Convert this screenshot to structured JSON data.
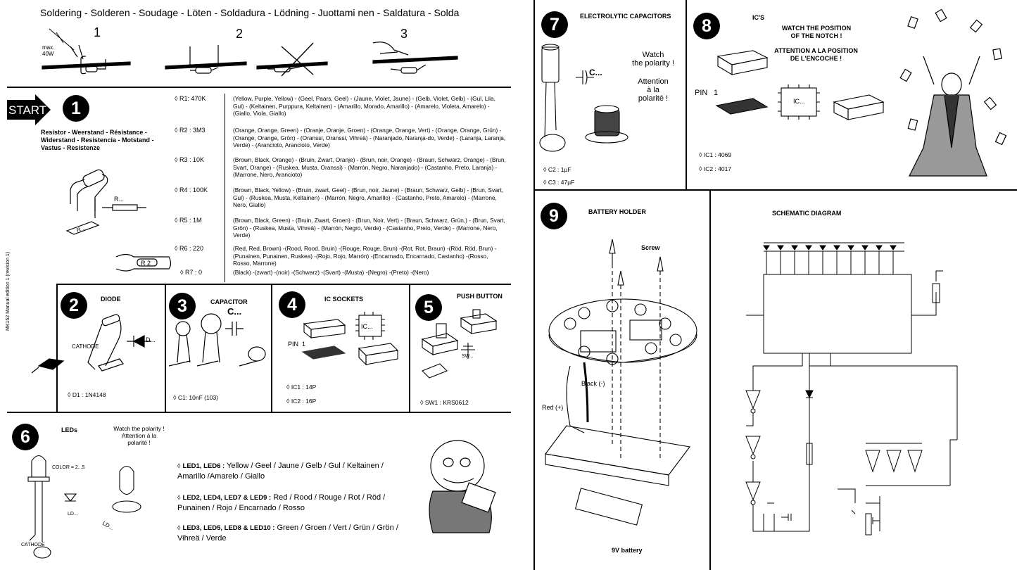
{
  "header": {
    "soldering": "Soldering - Solderen - Soudage - Löten - Soldadura - Lödning - Juottami nen - Saldatura - Solda"
  },
  "solder_steps": [
    "1",
    "2",
    "3"
  ],
  "solder_note": {
    "max": "max.",
    "watt": "40W"
  },
  "start": "START",
  "step1": {
    "num": "1",
    "title": "Resistor - Weerstand - Résistance - Widerstand - Resistencia - Motstand - Vastus - Resistenze",
    "r_label": "R...",
    "r_label2": "R...",
    "r_label3": "R 2",
    "resistors": [
      {
        "label": "R1: 470K",
        "text": "(Yellow, Purple, Yellow) - (Geel, Paars, Geel) - (Jaune, Violet, Jaune) - (Gelb, Violet, Gelb) - (Gul, Lila, Gul) - (Keltainen, Purppura, Keltainen) - (Amarillo, Morado, Amarillo) - (Amarelo, Violeta, Amarelo) - (Giallo, Viola, Giallo)"
      },
      {
        "label": "R2 : 3M3",
        "text": "(Orange, Orange, Green) - (Oranje, Oranje, Groen) - (Orange, Orange, Vert) - (Orange, Orange, Grün) - (Orange, Orange, Grön) - (Oranssi, Oranssi, Vihreä) - (Naranjado, Naranja-do, Verde) - (Laranja, Laranja, Verde) - (Arancioto, Arancioto, Verde)"
      },
      {
        "label": "R3 : 10K",
        "text": "(Brown, Black, Orange) - (Bruin, Zwart, Oranje) - (Brun, noir, Orange) - (Braun, Schwarz, Orange) - (Brun, Svart, Orange) - (Ruskea, Musta, Oranssi) - (Marrón, Negro, Naranjado) - (Castanho, Preto, Laranja) - (Marrone, Nero, Arancioto)"
      },
      {
        "label": "R4 : 100K",
        "text": "(Brown, Black, Yellow) - (Bruin, zwart, Geel) - (Brun, noir, Jaune) - (Braun, Schwarz, Gelb) - (Brun, Svart, Gul) - (Ruskea, Musta, Keltainen) - (Marrón, Negro, Amarillo) - (Castanho, Preto, Amarelo) - (Marrone, Nero, Giallo)"
      },
      {
        "label": "R5 : 1M",
        "text": "(Brown, Black, Green) - (Bruin, Zwart, Groen) - (Brun, Noir, Vert) - (Braun, Schwarz, Grün,) - (Brun, Svart, Grön) - (Ruskea, Musta, Vihreä) - (Marrón, Negro, Verde) - (Castanho, Preto, Verde) - (Marrone, Nero, Verde)"
      },
      {
        "label": "R6 : 220",
        "text": "(Red, Red, Brown) -(Rood, Rood, Bruin) -(Rouge, Rouge, Brun) -(Rot, Rot, Braun) -(Röd, Röd, Brun) -(Punainen, Punainen, Ruskea) -(Rojo, Rojo, Marrón) -(Encarnado, Encarnado, Castanho) -(Rosso, Rosso, Marrone)"
      },
      {
        "label": "R7 : 0",
        "text": "(Black) -(zwart) -(noir) -(Schwarz) -(Svart) -(Musta) -(Negro) -(Preto) -(Nero)"
      }
    ]
  },
  "side_note": "MK152 Manual edition 1 (revision 1)",
  "step2": {
    "num": "2",
    "title": "DIODE",
    "cathode": "CATHODE",
    "d_label": "D...",
    "part": "D1 : 1N4148"
  },
  "step3": {
    "num": "3",
    "title": "CAPACITOR",
    "c_label": "C...",
    "part": "C1: 10nF (103)"
  },
  "step4": {
    "num": "4",
    "title": "IC SOCKETS",
    "ic_label": "IC...",
    "pin": "PIN",
    "pin1": "1",
    "parts": [
      "IC1 : 14P",
      "IC2 : 16P"
    ]
  },
  "step5": {
    "num": "5",
    "title": "PUSH BUTTON",
    "sw": "SW...",
    "part": "SW1 : KRS0612"
  },
  "step6": {
    "num": "6",
    "title": "LEDs",
    "polarity": "Watch the polarity !\nAttention à la\npolarité !",
    "color": "COLOR = 2...5",
    "ld": "LD...",
    "cathode": "CATHODE",
    "ld2": "LD...",
    "items": [
      {
        "label": "LED1, LED6 :",
        "text": " Yellow / Geel / Jaune / Gelb / Gul / Keltainen / Amarillo /Amarelo / Giallo"
      },
      {
        "label": "LED2, LED4, LED7 & LED9 :",
        "text": " Red / Rood / Rouge / Rot / Röd / Punainen / Rojo / Encarnado / Rosso"
      },
      {
        "label": "LED3, LED5, LED8 & LED10 :",
        "text": " Green / Groen / Vert / Grün / Grön / Vihreä / Verde"
      }
    ]
  },
  "step7": {
    "num": "7",
    "title": "ELECTROLYTIC CAPACITORS",
    "polarity": "Watch\nthe polarity !",
    "attention": "Attention\nà la\npolarité !",
    "c_label": "C...",
    "parts": [
      "C2 : 1µF",
      "C3 : 47µF"
    ]
  },
  "step8": {
    "num": "8",
    "title": "IC'S",
    "notch1": "WATCH THE POSITION\nOF THE NOTCH !",
    "notch2": "ATTENTION A LA POSITION\nDE L'ENCOCHE !",
    "pin": "PIN",
    "pin1": "1",
    "ic_label": "IC...",
    "parts": [
      "IC1 : 4069",
      "IC2 : 4017"
    ]
  },
  "step9": {
    "num": "9",
    "title": "BATTERY HOLDER",
    "screw": "Screw",
    "black": "Black (-)",
    "red": "Red (+)",
    "battery": "9V battery"
  },
  "schematic": {
    "title": "SCHEMATIC DIAGRAM"
  }
}
